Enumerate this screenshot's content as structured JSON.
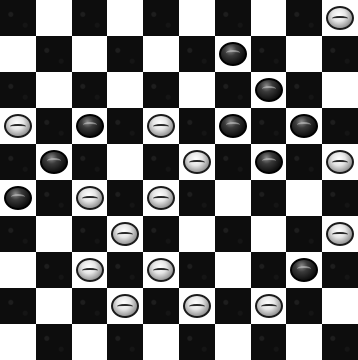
{
  "board": {
    "size": 10,
    "colors": {
      "dark": "#0d0d0d",
      "light": "#ffffff"
    },
    "pieces": [
      {
        "row": 0,
        "col": 9,
        "color": "white"
      },
      {
        "row": 1,
        "col": 6,
        "color": "black"
      },
      {
        "row": 2,
        "col": 7,
        "color": "black"
      },
      {
        "row": 3,
        "col": 0,
        "color": "white"
      },
      {
        "row": 3,
        "col": 2,
        "color": "black"
      },
      {
        "row": 3,
        "col": 4,
        "color": "white"
      },
      {
        "row": 3,
        "col": 6,
        "color": "black"
      },
      {
        "row": 3,
        "col": 8,
        "color": "black"
      },
      {
        "row": 4,
        "col": 1,
        "color": "black"
      },
      {
        "row": 4,
        "col": 5,
        "color": "white"
      },
      {
        "row": 4,
        "col": 7,
        "color": "black"
      },
      {
        "row": 4,
        "col": 9,
        "color": "white"
      },
      {
        "row": 5,
        "col": 0,
        "color": "black"
      },
      {
        "row": 5,
        "col": 2,
        "color": "white"
      },
      {
        "row": 5,
        "col": 4,
        "color": "white"
      },
      {
        "row": 6,
        "col": 3,
        "color": "white"
      },
      {
        "row": 6,
        "col": 9,
        "color": "white"
      },
      {
        "row": 7,
        "col": 2,
        "color": "white"
      },
      {
        "row": 7,
        "col": 4,
        "color": "white"
      },
      {
        "row": 7,
        "col": 8,
        "color": "black"
      },
      {
        "row": 8,
        "col": 3,
        "color": "white"
      },
      {
        "row": 8,
        "col": 5,
        "color": "white"
      },
      {
        "row": 8,
        "col": 7,
        "color": "white"
      }
    ]
  }
}
